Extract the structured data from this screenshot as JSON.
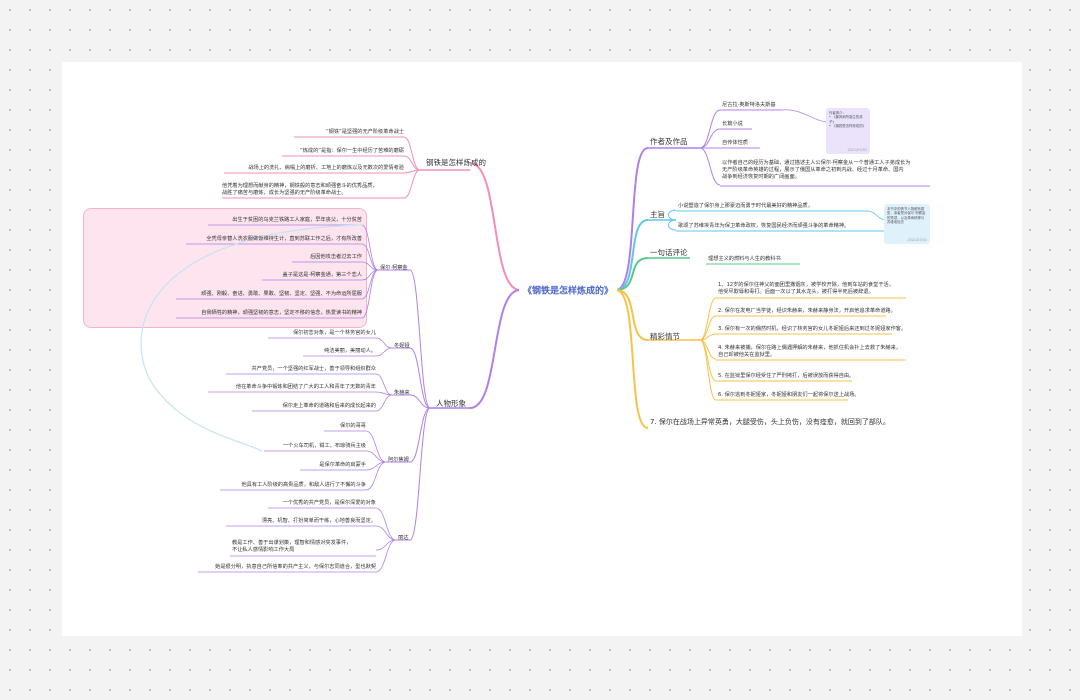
{
  "root": "《钢铁是怎样炼成的》",
  "left": {
    "how": {
      "label": "钢铁是怎样炼成的",
      "items": [
        "“钢铁”是坚强的无产阶级革命战士",
        "“炼成的”是指：保尔一生中经历了苦难的磨砺",
        "战场上的洗礼、病榻上的磨折、工地上的磨炼以及无数次的爱情考验",
        "他凭着为理想而献身的精神，钢铁般的意志和顽强奋斗的优秀品质，\n战胜了痛苦与磨炼，成长为坚强的无产阶级革命战士。"
      ]
    },
    "people": {
      "label": "人物形象",
      "groups": [
        {
          "name": "保尔·柯察金",
          "items": [
            "出生于贫困的乌克兰铁路工人家庭，早年丧父，十分贫苦",
            "全凭母亲替人洗衣服做饭维持生计，直到苏联工作之后，才有所改善",
            "后因他攻击者过去工作",
            "盖子是这是·柯察金通，第三个恋人",
            "顽强、刚毅、奋进、勇敢、果敢、坚韧、坚定、坚强、不为命运所屈服",
            "自我牺牲的精神，顽强坚韧的意志，坚定不移的信念，热爱读书的精神"
          ]
        },
        {
          "name": "冬妮娅",
          "items": [
            "保尔初恋对象，是一个林务官的女儿",
            "纯洁美丽，美丽动人。"
          ]
        },
        {
          "name": "朱赫来",
          "items": [
            "共产党员，一个坚强的红军战士，善于领导和组织群众",
            "他在革命斗争中锻炼和团结了广大的工人和青年了无数的青年",
            "保尔走上革命的道路和后来的成长起来的"
          ]
        },
        {
          "name": "阿尔焦姆",
          "items": [
            "保尔的哥哥",
            "一个火车司机，钳工，布琼骑兵主级",
            "是保尔革命的启蒙手",
            "他具有工人阶级的高贵品质，和敌人进行了不懈的斗争"
          ]
        },
        {
          "name": "丽达",
          "items": [
            "一个优秀的共产党员，是保尔深爱的对象",
            "漂亮、机智、打扮简单而干练，心地善良而坚定。",
            "教是工作、善于出谋划策，理智和情感对突发事件，\n不让私人感情影响工作大局",
            "她是很分明，执意自己所信奉的共产主义，与保尔志同道合，型也默契"
          ]
        }
      ]
    }
  },
  "right": {
    "works": {
      "label": "作者及作品",
      "items": [
        "尼古拉·奥斯特洛夫斯基",
        "长篇小说",
        "自传体性质",
        "以作者自己的经历为基础，通过描述主人公保尔·柯察金从一个普通工人子弟成长为\n无产阶级革命英雄的过程，展示了俄国从革命之初到内战、经过十月革命、国内\n战争到经济恢复时期的广阔画面。"
      ],
      "note": {
        "title": "作者简介：",
        "lines": [
          "• 《暴风雨所诞生的孩子》",
          "• 《钢铁是怎样炼成的》"
        ],
        "foot": "2021/07/01"
      }
    },
    "theme": {
      "label": "主旨",
      "items": [
        "小说塑造了保尔身上那豪迈而勇于时代最美好的精神品质，",
        "歌颂了苏维埃青年为保卫革命政权，恢复国民经济而顽强斗争的革命精神。"
      ],
      "note": {
        "lines": [
          "本书中的情节人物都有原型，读者是对保尔·柯察金的赞颂，以及革命精神与苏维埃信念"
        ],
        "foot": "2021/07/01"
      }
    },
    "comment": {
      "label": "一句话评论",
      "items": [
        "理想主义的燃料与人生的教科书"
      ]
    },
    "plot": {
      "label": "精彩情节",
      "items": [
        "1、12岁的保尔往神父的面团里撒烟灰，被学校开除，他到车站的食堂干活，\n他受尽欺辱和毒打。后面一次以了其水龙头，被打得半死后被辞退。",
        "2. 保尔在发电厂当学徒，经识朱赫来，朱赫来静身法，开启他追求革命道路。",
        "3. 保尔有一次的偶然时机，经识了林务官的女儿冬妮娅后来还到过冬妮娅家作客。",
        "4. 朱赫来被捕，保尔在路上偶遇押解的朱赫来，他抓住机会扑上去救了朱赫来，\n自己却被他关在监狱里。",
        "5. 在监狱里保尔经受住了严刑拷打，后被误放而获得自由。",
        "6. 保尔逃到冬妮娅家，冬妮娅和朋友们一起将保尔送上战场。",
        "7. 保尔在战场上异常英勇，大腿受伤，头上负伤，没有痊愈，就回到了部队。"
      ]
    }
  }
}
